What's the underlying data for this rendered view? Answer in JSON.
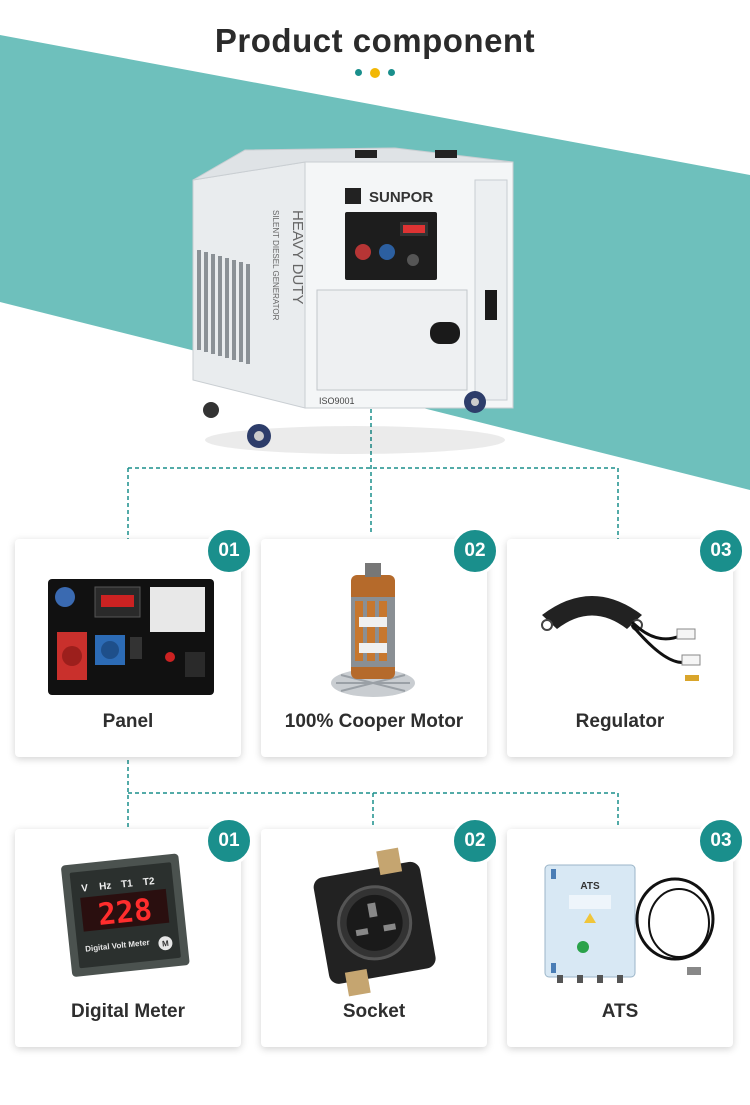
{
  "header": {
    "title": "Product component"
  },
  "colors": {
    "teal": "#6ec0bc",
    "badge": "#1a8f8c",
    "gold": "#f2b705",
    "line": "#1a8f8c"
  },
  "generator": {
    "brand": "SUNPOR",
    "side_text_1": "HEAVY DUTY",
    "side_text_2": "SILENT DIESEL GENERATOR",
    "cert": "ISO9001"
  },
  "cards": [
    {
      "number": "01",
      "label": "Panel",
      "icon": "control-panel-icon"
    },
    {
      "number": "02",
      "label": "100% Cooper Motor",
      "icon": "motor-icon"
    },
    {
      "number": "03",
      "label": "Regulator",
      "icon": "regulator-icon"
    },
    {
      "number": "01",
      "label": "Digital Meter",
      "icon": "digital-meter-icon"
    },
    {
      "number": "02",
      "label": "Socket",
      "icon": "socket-icon"
    },
    {
      "number": "03",
      "label": "ATS",
      "icon": "ats-icon"
    }
  ],
  "meter": {
    "reading": "228",
    "caption": "Digital Volt Meter",
    "units": [
      "V",
      "Hz",
      "T1",
      "T2"
    ]
  },
  "ats_box": {
    "text": "ATS"
  }
}
